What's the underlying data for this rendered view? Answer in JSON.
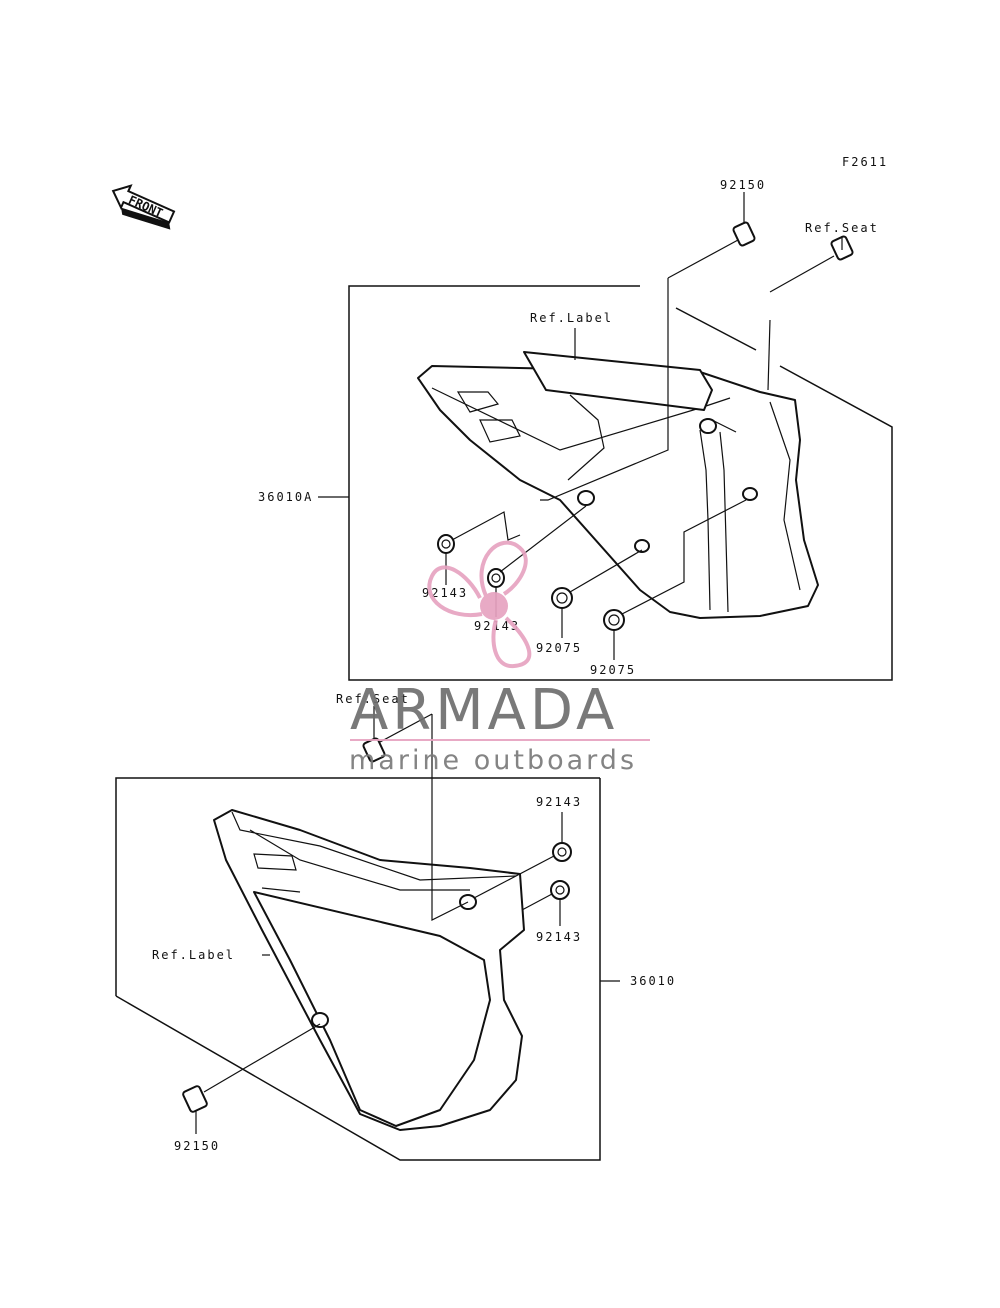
{
  "figure_code": "F2611",
  "front_label": "FRONT",
  "upper_assembly": {
    "assembly_number": "36010A",
    "ref_label": "Ref.Label",
    "ref_seat": "Ref.Seat",
    "bolt": "92150",
    "bushing_left": "92143",
    "bushing_mid": "92143",
    "grommet_mid": "92075",
    "grommet_right": "92075"
  },
  "lower_assembly": {
    "assembly_number": "36010",
    "ref_label": "Ref.Label",
    "ref_seat": "Ref.Seat",
    "bushing_top": "92143",
    "bushing_bottom": "92143",
    "bolt": "92150"
  },
  "watermark": {
    "brand": "ARMADA",
    "tagline": "marine outboards",
    "logo_color": "#e7a3c1",
    "text_color": "#6e6e6e"
  }
}
